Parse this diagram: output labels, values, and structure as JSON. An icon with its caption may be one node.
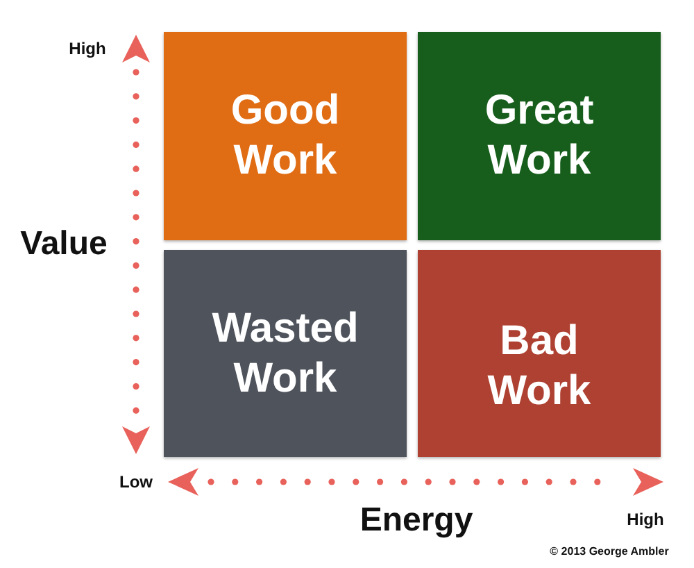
{
  "diagram": {
    "nodes": [
      {
        "text": [
          "Good Work"
        ]
      },
      {
        "text": [
          "Great Work"
        ]
      },
      {
        "text": [
          "Wasted Work"
        ]
      },
      {
        "text": [
          "Bad Work"
        ]
      }
    ],
    "labels": [
      "High",
      "Value",
      "Low",
      "Energy",
      "High",
      "© 2013 George Ambler"
    ]
  }
}
